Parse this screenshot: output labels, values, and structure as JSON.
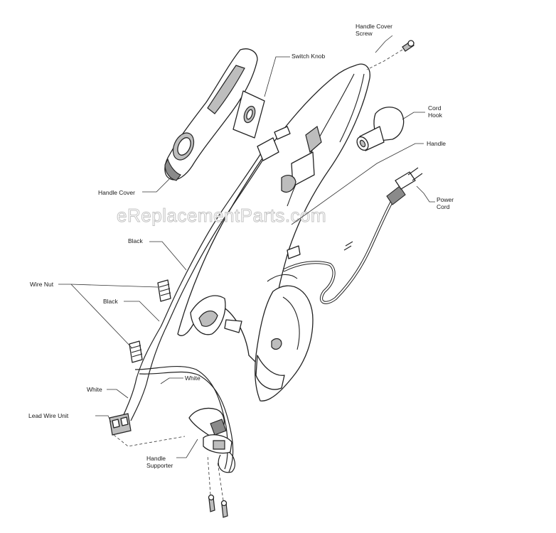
{
  "watermark": "eReplacementParts.com",
  "labels": {
    "handle_cover_screw_1": "Handle Cover",
    "handle_cover_screw_2": "Screw",
    "switch_knob": "Switch Knob",
    "cord_hook_1": "Cord",
    "cord_hook_2": "Hook",
    "handle": "Handle",
    "handle_cover": "Handle Cover",
    "power_cord_1": "Power",
    "power_cord_2": "Cord",
    "black_upper": "Black",
    "wire_nut": "Wire Nut",
    "black_lower": "Black",
    "white_right": "White",
    "white_left": "White",
    "lead_wire_unit": "Lead Wire Unit",
    "handle_supporter_1": "Handle",
    "handle_supporter_2": "Supporter"
  }
}
